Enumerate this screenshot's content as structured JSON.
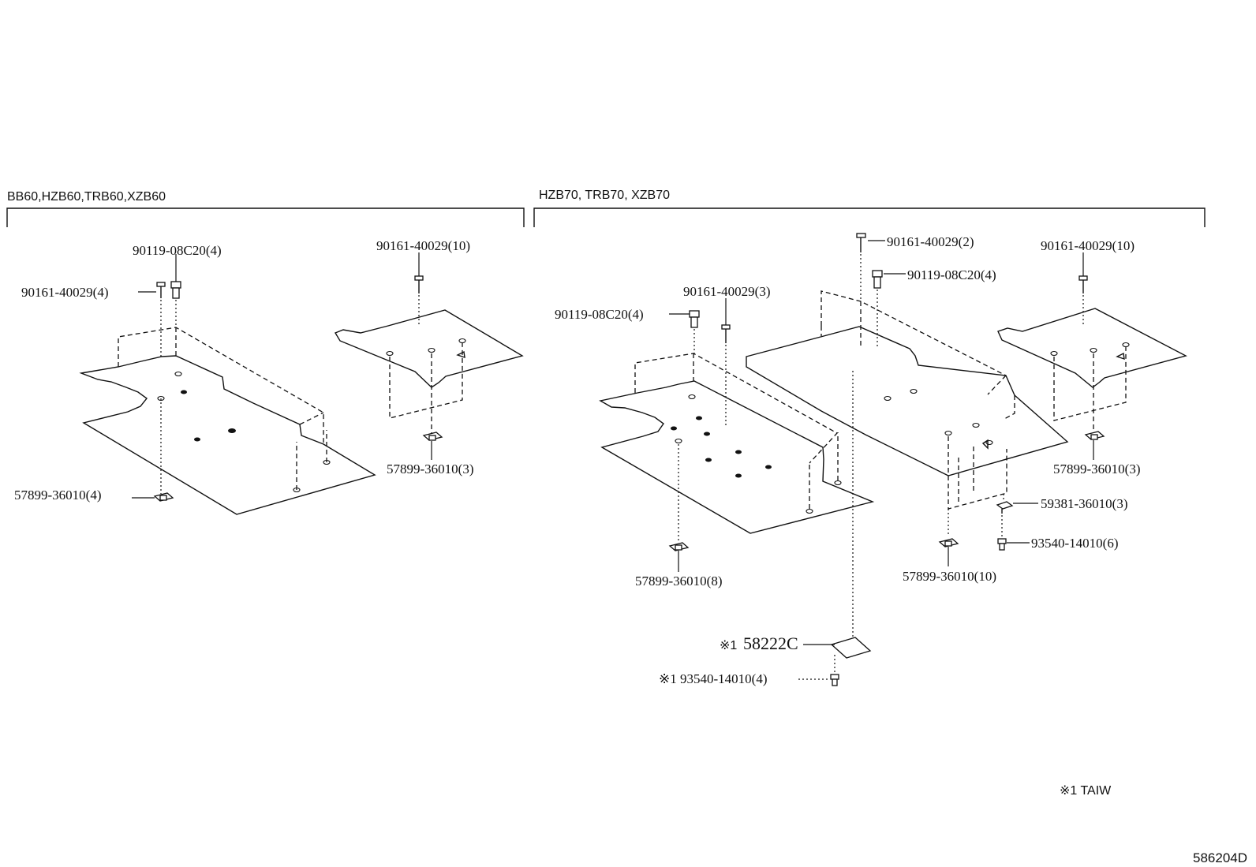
{
  "groups": {
    "left": {
      "models": "BB60,HZB60,TRB60,XZB60"
    },
    "right": {
      "models": "HZB70, TRB70, XZB70"
    }
  },
  "labels": {
    "l_bolt_a": "90119-08C20(4)",
    "l_screw_a": "90161-40029(4)",
    "l_screw_b": "90161-40029(10)",
    "l_nut_a": "57899-36010(3)",
    "l_nut_b": "57899-36010(4)",
    "r_screw_a": "90161-40029(2)",
    "r_bolt_a": "90119-08C20(4)",
    "r_screw_b": "90161-40029(10)",
    "r_screw_c": "90161-40029(3)",
    "r_bolt_b": "90119-08C20(4)",
    "r_nut_a": "57899-36010(3)",
    "r_clip": "59381-36010(3)",
    "r_rivet": "93540-14010(6)",
    "r_nut_b": "57899-36010(8)",
    "r_nut_c": "57899-36010(10)",
    "r_pad_mark": "※1",
    "r_pad": "58222C",
    "r_rivet_b": "※1 93540-14010(4)"
  },
  "footnote": "※1 TAIW",
  "figure_code": "586204D"
}
